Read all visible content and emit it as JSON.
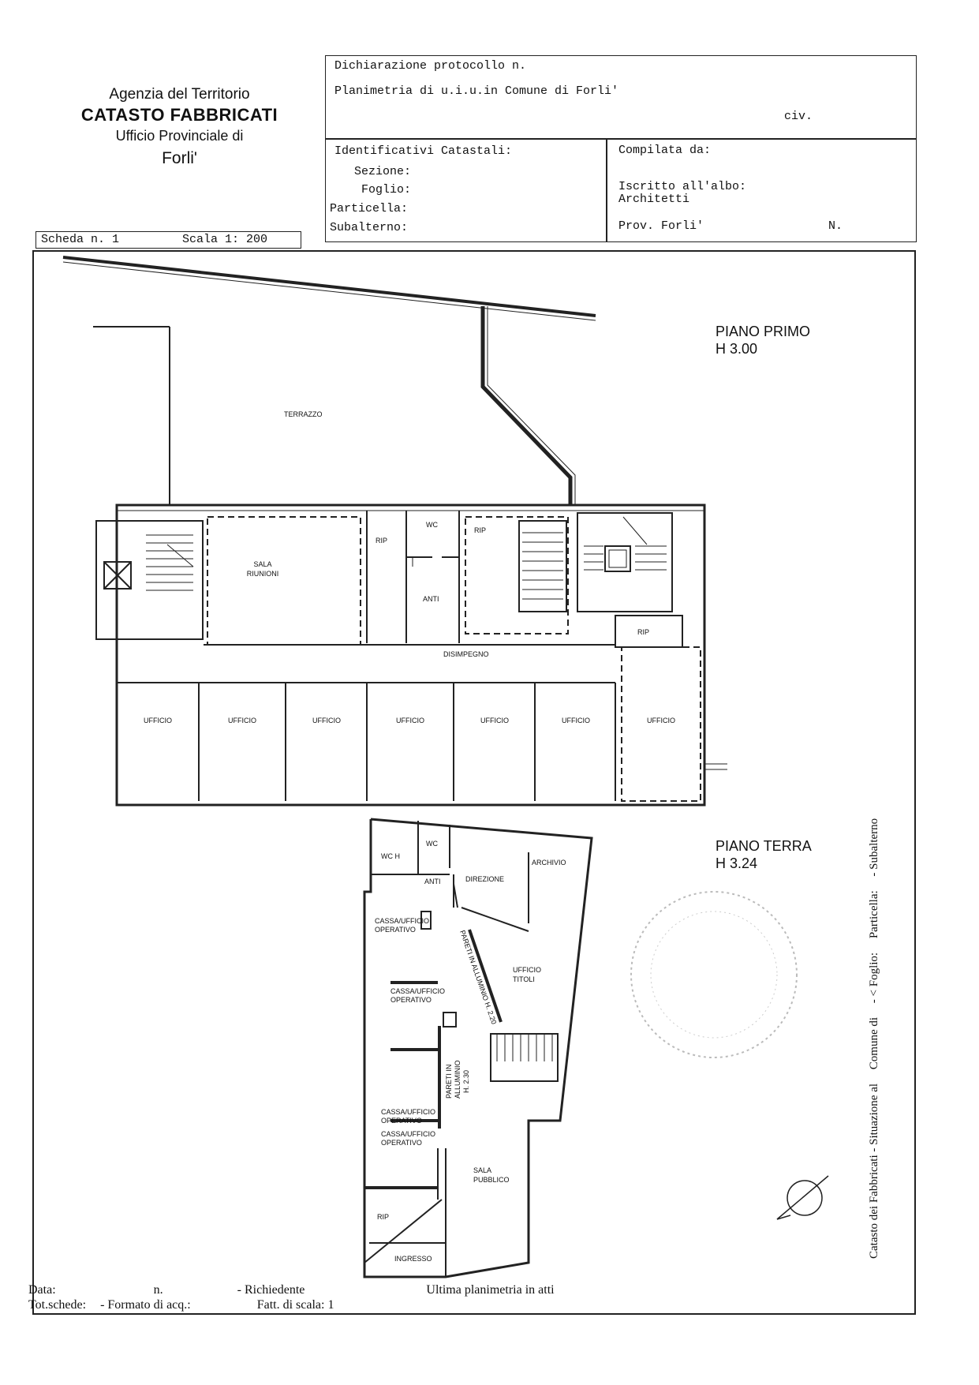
{
  "agency": {
    "line1": "Agenzia del Territorio",
    "line2": "CATASTO FABBRICATI",
    "line3": "Ufficio Provinciale di",
    "line4": "Forli'"
  },
  "header": {
    "dichiarazione": "Dichiarazione protocollo n.",
    "planimetria": "Planimetria di u.i.u.in Comune di Forli'",
    "civ": "civ.",
    "identificativi": "Identificativi Catastali:",
    "sezione": "Sezione:",
    "foglio": "Foglio:",
    "particella": "Particella:",
    "subalterno": "Subalterno:",
    "compilata": "Compilata da:",
    "iscritto": "Iscritto all'albo:",
    "albo": "Architetti",
    "prov": "Prov. Forli'",
    "numero": "N."
  },
  "scheda": {
    "label": "Scheda n. 1",
    "scala": "Scala 1: 200"
  },
  "floors": {
    "primo": {
      "name": "PIANO PRIMO",
      "height": "H 3.00"
    },
    "terra": {
      "name": "PIANO TERRA",
      "height": "H 3.24"
    }
  },
  "rooms_primo": {
    "terrazzo": "TERRAZZO",
    "sala": "SALA",
    "riunioni": "RIUNIONI",
    "rip": "RIP",
    "wc": "WC",
    "anti": "ANTI",
    "disimpegno": "DISIMPEGNO",
    "ufficio": "UFFICIO"
  },
  "rooms_terra": {
    "wch": "WC H",
    "wc": "WC",
    "anti": "ANTI",
    "direzione": "DIREZIONE",
    "archivio": "ARCHIVIO",
    "cassa": "CASSA/UFFICIO",
    "operativo": "OPERATIVO",
    "ufficio": "UFFICIO",
    "titoli": "TITOLI",
    "pareti_diag": "PARETI IN ALLUMINIO H. 2.20",
    "pareti_v1": "PARETI IN",
    "pareti_v2": "ALLUMINIO",
    "pareti_v3": "H. 2.30",
    "sala": "SALA",
    "pubblico": "PUBBLICO",
    "rip": "RIP",
    "ingresso": "INGRESSO"
  },
  "sidebar": {
    "catasto": "Catasto dei Fabbricati - Situazione al",
    "comune": "Comune di",
    "foglio": "- < Foglio:",
    "particella": "Particella:",
    "subalterno": "- Subalterno"
  },
  "footer": {
    "data": "Data:",
    "n": "n.",
    "richiedente": "- Richiedente",
    "ultima": "Ultima planimetria in atti",
    "totschede": "Tot.schede:",
    "formato": "- Formato di acq.:",
    "fatt": "Fatt. di scala: 1"
  }
}
